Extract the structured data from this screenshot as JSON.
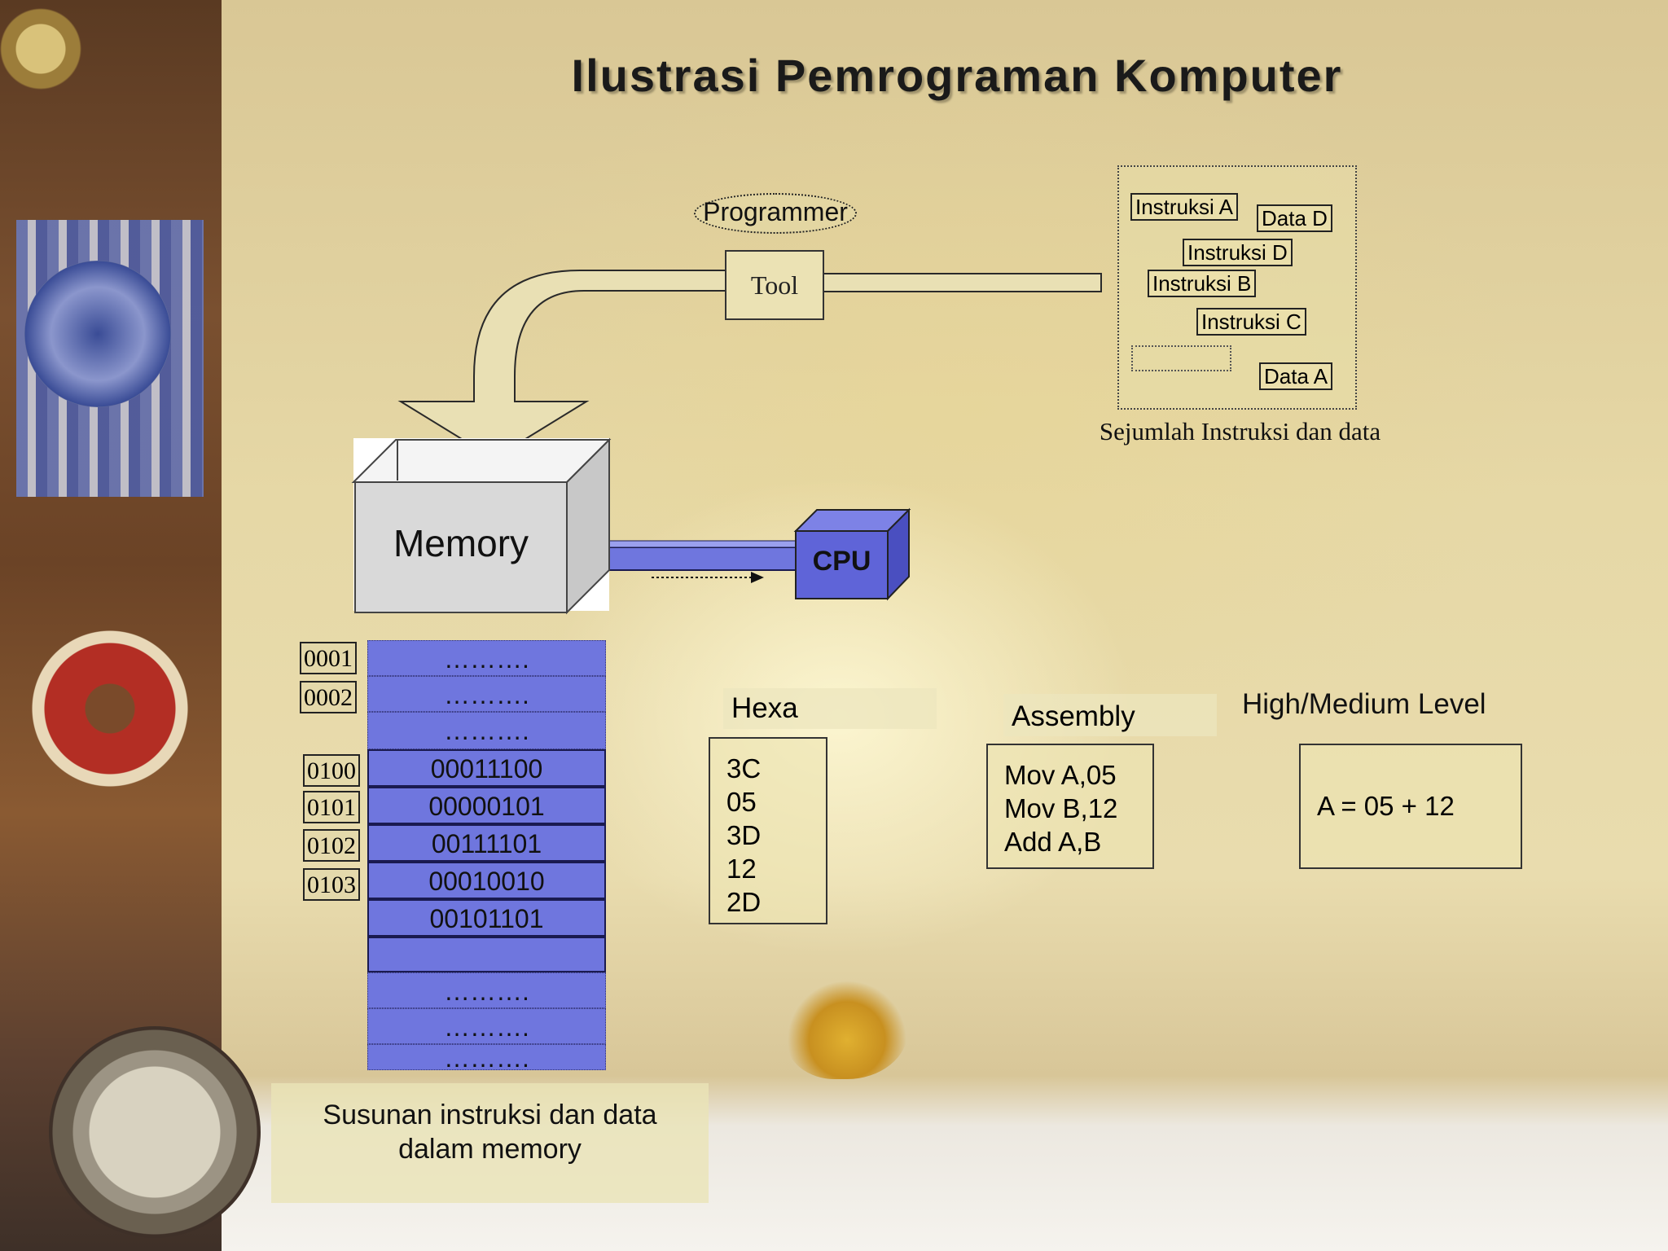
{
  "title": "Ilustrasi  Pemrograman Komputer",
  "programmer": "Programmer",
  "tool": "Tool",
  "instruction_pool": {
    "caption": "Sejumlah Instruksi dan data",
    "items": [
      "Instruksi A",
      "Data D",
      "Instruksi D",
      "Instruksi B",
      "Instruksi C",
      "Data A"
    ]
  },
  "memory_label": "Memory",
  "cpu_label": "CPU",
  "memory_table": {
    "addresses": [
      "0001",
      "0002",
      "0100",
      "0101",
      "0102",
      "0103"
    ],
    "cells": [
      "……….",
      "……….",
      "……….",
      "00011100",
      "00000101",
      "00111101",
      "00010010",
      "00101101",
      "",
      "……….",
      "……….",
      "………."
    ],
    "caption_line1": "Susunan instruksi dan data",
    "caption_line2": "dalam memory"
  },
  "hexa": {
    "label": "Hexa",
    "lines": [
      "3C",
      "05",
      "3D",
      "12",
      "2D"
    ]
  },
  "assembly": {
    "label": "Assembly",
    "lines": [
      "Mov A,05",
      "Mov B,12",
      "Add A,B"
    ]
  },
  "high_level": {
    "label": "High/Medium Level",
    "code": "A = 05 + 12"
  },
  "colors": {
    "memory_cell": "#6f76de",
    "cpu": "#5f64d8",
    "panel": "#e9dcae"
  }
}
